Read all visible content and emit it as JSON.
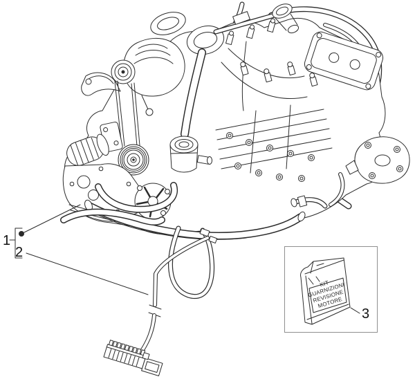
{
  "colors": {
    "line": "#2b2b2b",
    "kit_box_border": "#8f8f8f",
    "callout_text": "#111111"
  },
  "callouts": [
    {
      "number": "1"
    },
    {
      "number": "2"
    },
    {
      "number": "3"
    }
  ],
  "kit_bag_label": {
    "lines": [
      "KIT",
      "GUARNIZIONI",
      "REVISIONE",
      "MOTORE"
    ]
  }
}
